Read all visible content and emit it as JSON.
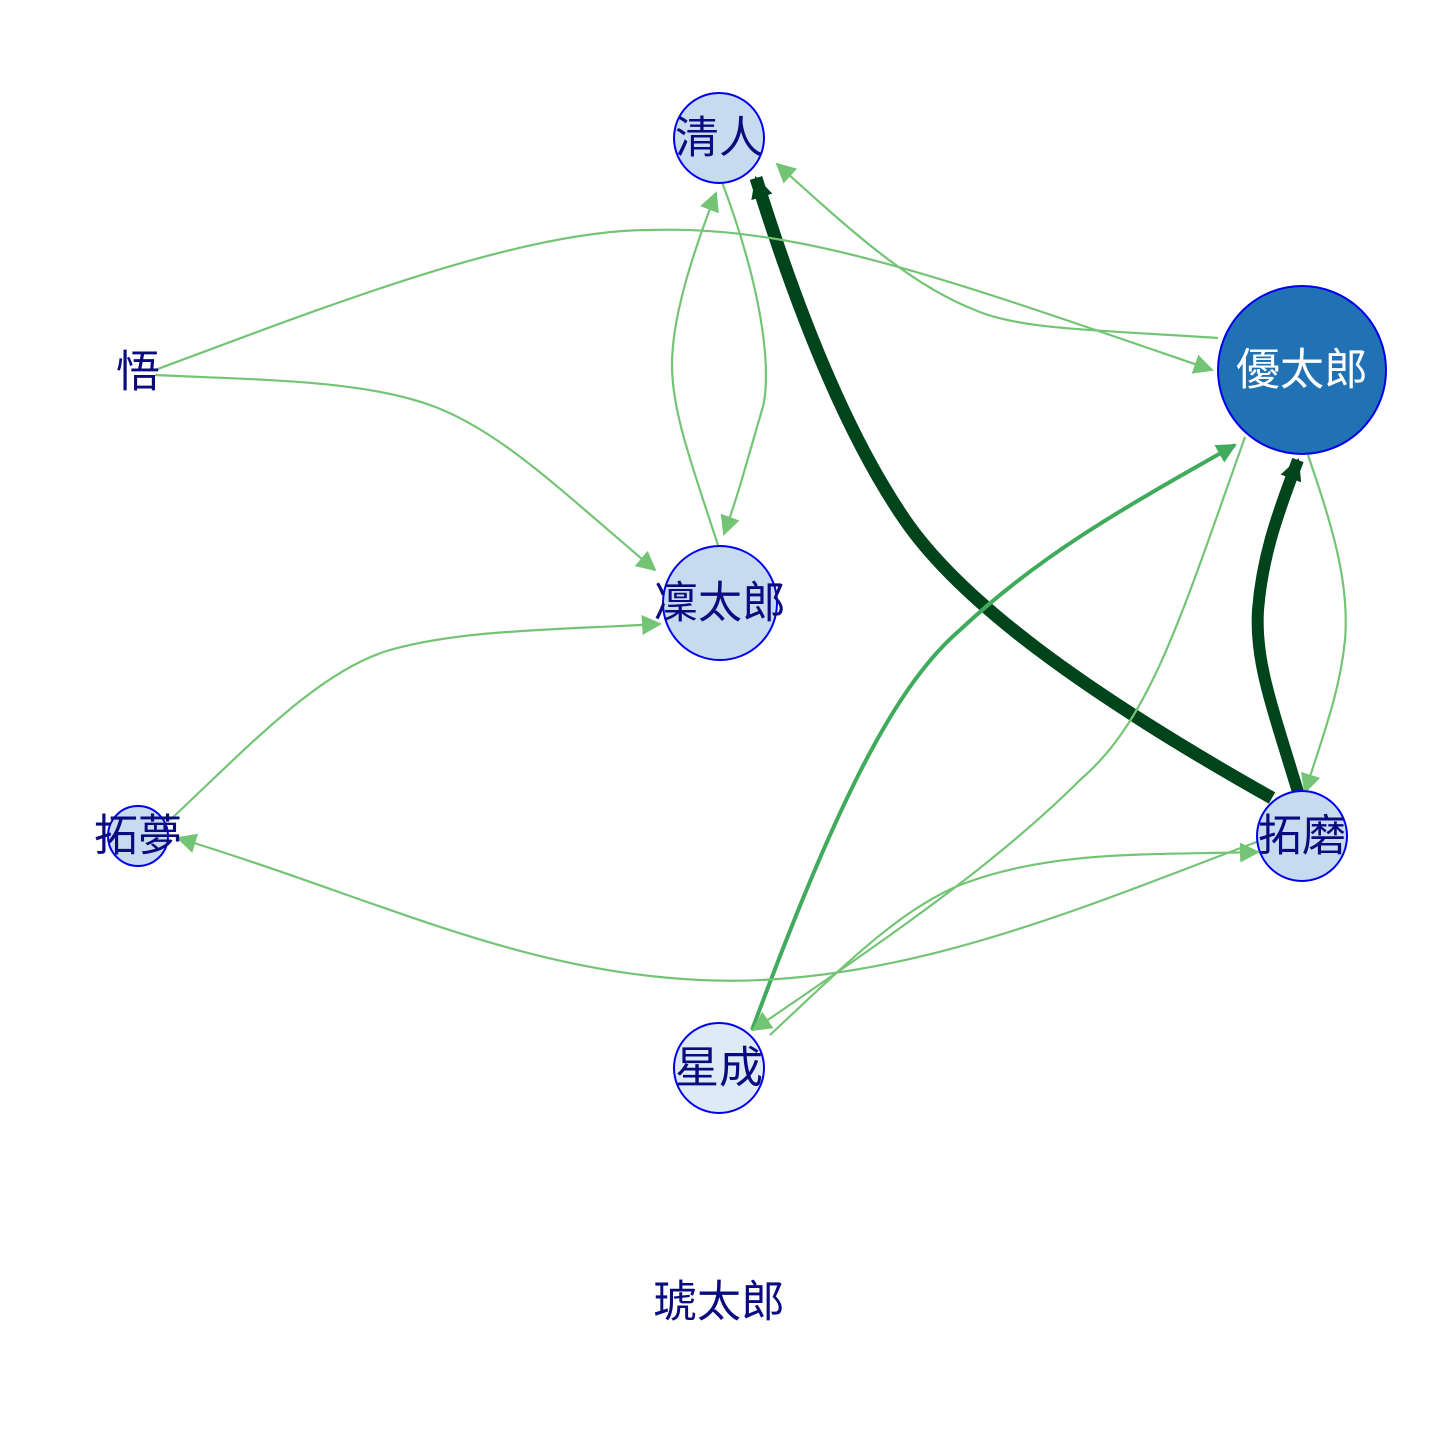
{
  "graph": {
    "directed": true,
    "nodes": [
      {
        "id": "kiyoto",
        "label": "清人",
        "fill": "#c6dbef",
        "text_color": "#0b0b80"
      },
      {
        "id": "yutaro",
        "label": "優太郎",
        "fill": "#2171b5",
        "text_color": "#ffffff"
      },
      {
        "id": "satoru",
        "label": "悟",
        "fill": "none",
        "text_color": "#0b0b80"
      },
      {
        "id": "rintaro",
        "label": "凜太郎",
        "fill": "#c6dbef",
        "text_color": "#0b0b80"
      },
      {
        "id": "takumu",
        "label": "拓夢",
        "fill": "#c6dbef",
        "text_color": "#0b0b80"
      },
      {
        "id": "takuma",
        "label": "拓磨",
        "fill": "#c6dbef",
        "text_color": "#0b0b80"
      },
      {
        "id": "seina",
        "label": "星成",
        "fill": "#deebf7",
        "text_color": "#0b0b80"
      },
      {
        "id": "kotaro",
        "label": "琥太郎",
        "fill": "none",
        "text_color": "#0b0b80"
      }
    ],
    "edges": [
      {
        "from": "takuma",
        "to": "kiyoto",
        "color": "#00441b"
      },
      {
        "from": "takuma",
        "to": "yutaro",
        "color": "#00441b"
      },
      {
        "from": "seina",
        "to": "yutaro",
        "color": "#41ab5d"
      },
      {
        "from": "yutaro",
        "to": "kiyoto",
        "color": "#74c476"
      },
      {
        "from": "satoru",
        "to": "yutaro",
        "color": "#74c476"
      },
      {
        "from": "satoru",
        "to": "rintaro",
        "color": "#74c476"
      },
      {
        "from": "kiyoto",
        "to": "rintaro",
        "color": "#74c476"
      },
      {
        "from": "rintaro",
        "to": "kiyoto",
        "color": "#74c476"
      },
      {
        "from": "takumu",
        "to": "rintaro",
        "color": "#74c476"
      },
      {
        "from": "takuma",
        "to": "takumu",
        "color": "#74c476"
      },
      {
        "from": "seina",
        "to": "takuma",
        "color": "#74c476"
      },
      {
        "from": "yutaro",
        "to": "seina",
        "color": "#74c476"
      },
      {
        "from": "yutaro",
        "to": "takuma",
        "color": "#74c476"
      }
    ],
    "node_border_color": "#0000ee"
  }
}
